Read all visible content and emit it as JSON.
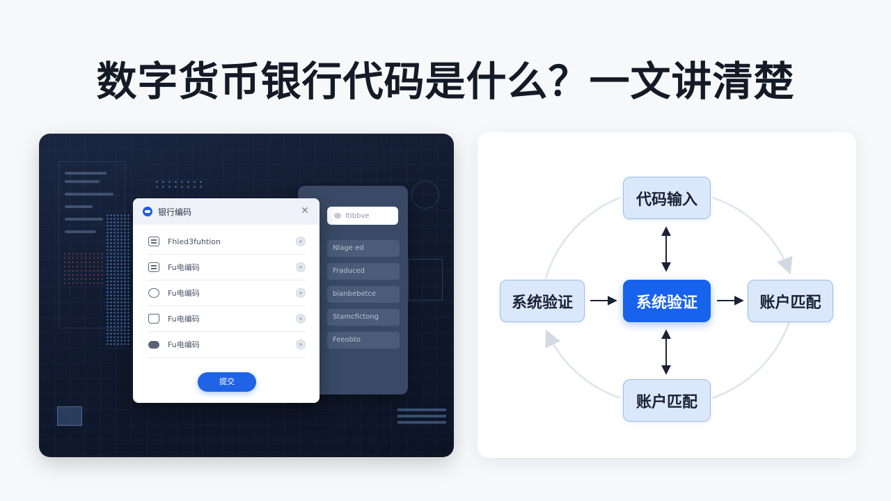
{
  "title": "数字货币银行代码是什么？一文讲清楚",
  "left_panel": {
    "dialog": {
      "title": "银行编码",
      "items": [
        {
          "label": "Fhled3fuhtion",
          "icon": "document-icon"
        },
        {
          "label": "Fu电编码",
          "icon": "list-icon"
        },
        {
          "label": "Fu电编码",
          "icon": "phone-icon"
        },
        {
          "label": "Fu电编码",
          "icon": "bag-icon"
        },
        {
          "label": "Fu电编码",
          "icon": "cloud-icon"
        }
      ],
      "confirm_label": "提交"
    },
    "side_card": {
      "search_placeholder": "Itibbve",
      "items": [
        "Nlage ed",
        "Fraduced",
        "bianbebetce",
        "Stamcfictong",
        "Feeobto"
      ]
    }
  },
  "diagram": {
    "nodes": {
      "top": "代码输入",
      "left": "系统验证",
      "center": "系统验证",
      "right": "账户匹配",
      "bottom": "账户匹配"
    },
    "colors": {
      "center_fill": "#1763ee",
      "node_fill": "#dbe8fb",
      "arrow": "#1a2233",
      "ring": "#e3e7ee"
    }
  }
}
